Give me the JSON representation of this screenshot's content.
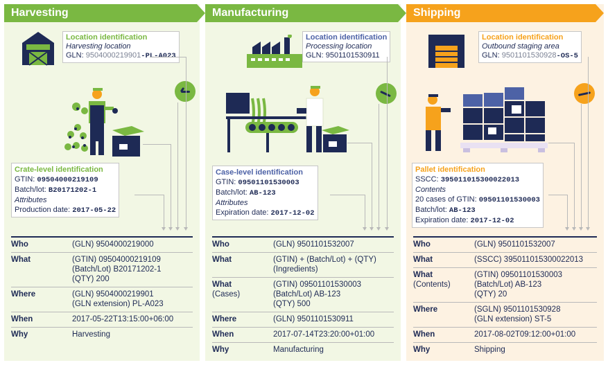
{
  "colors": {
    "green": "#7ab842",
    "orange": "#f6a21c",
    "navy": "#1e2a55",
    "blue": "#4d62a6"
  },
  "harvesting": {
    "title": "Harvesting",
    "location": {
      "heading": "Location identification",
      "subtitle": "Harvesting location",
      "gln_label": "GLN:",
      "gln_value": "9504000219901",
      "gln_ext": "-PL-A023"
    },
    "id": {
      "heading": "Crate-level identification",
      "gtin_label": "GTIN:",
      "gtin_value": "09504000219109",
      "batch_label": "Batch/lot:",
      "batch_value": "B20171202-1",
      "attributes": "Attributes",
      "date_label": "Production date:",
      "date_value": "2017-05-22"
    },
    "table": [
      {
        "key": "Who",
        "sub": "",
        "value": "(GLN) 9504000219000"
      },
      {
        "key": "What",
        "sub": "",
        "value": "(GTIN) 09504000219109\n(Batch/Lot) B20171202-1\n(QTY) 200"
      },
      {
        "key": "Where",
        "sub": "",
        "value": "(GLN) 9504000219901\n(GLN extension) PL-A023"
      },
      {
        "key": "When",
        "sub": "",
        "value": "2017-05-22T13:15:00+06:00"
      },
      {
        "key": "Why",
        "sub": "",
        "value": "Harvesting"
      }
    ]
  },
  "manufacturing": {
    "title": "Manufacturing",
    "location": {
      "heading": "Location identification",
      "subtitle": "Processing location",
      "gln_label": "GLN:",
      "gln_value": "9501101530911",
      "gln_ext": ""
    },
    "id": {
      "heading": "Case-level identification",
      "gtin_label": "GTIN:",
      "gtin_value": "09501101530003",
      "batch_label": "Batch/lot:",
      "batch_value": "AB-123",
      "attributes": "Attributes",
      "date_label": "Expiration date:",
      "date_value": "2017-12-02"
    },
    "table": [
      {
        "key": "Who",
        "sub": "",
        "value": "(GLN) 9501101532007"
      },
      {
        "key": "What",
        "sub": "",
        "value": "(GTIN) + (Batch/Lot) + (QTY)\n(Ingredients)"
      },
      {
        "key": "What",
        "sub": "(Cases)",
        "value": "(GTIN) 09501101530003\n(Batch/Lot) AB-123\n(QTY) 500"
      },
      {
        "key": "Where",
        "sub": "",
        "value": "(GLN) 9501101530911"
      },
      {
        "key": "When",
        "sub": "",
        "value": "2017-07-14T23:20:00+01:00"
      },
      {
        "key": "Why",
        "sub": "",
        "value": "Manufacturing"
      }
    ]
  },
  "shipping": {
    "title": "Shipping",
    "location": {
      "heading": "Location identification",
      "subtitle": "Outbound staging area",
      "gln_label": "GLN:",
      "gln_value": "9501101530928",
      "gln_ext": "-OS-5"
    },
    "id": {
      "heading": "Pallet identification",
      "sscc_label": "SSCC:",
      "sscc_value": "395011015300022013",
      "contents": "Contents",
      "cases_label": "20 cases of GTIN:",
      "cases_value": "09501101530003",
      "batch_label": "Batch/lot:",
      "batch_value": "AB-123",
      "date_label": "Expiration date:",
      "date_value": "2017-12-02"
    },
    "table": [
      {
        "key": "Who",
        "sub": "",
        "value": "(GLN) 9501101532007"
      },
      {
        "key": "What",
        "sub": "",
        "value": "(SSCC) 395011015300022013"
      },
      {
        "key": "What",
        "sub": "(Contents)",
        "value": "(GTIN) 09501101530003\n(Batch/Lot) AB-123\n(QTY) 20"
      },
      {
        "key": "Where",
        "sub": "",
        "value": "(SGLN) 9501101530928\n(GLN extension) ST-5"
      },
      {
        "key": "When",
        "sub": "",
        "value": "2017-08-02T09:12:00+01:00"
      },
      {
        "key": "Why",
        "sub": "",
        "value": "Shipping"
      }
    ]
  }
}
